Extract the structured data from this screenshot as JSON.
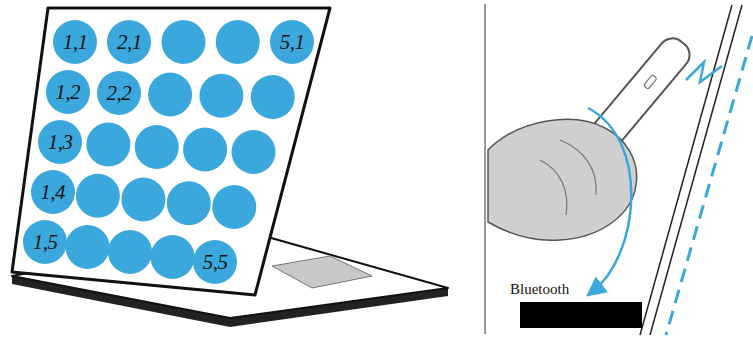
{
  "diagram": {
    "nodes": [
      {
        "text": [
          "1,1"
        ]
      },
      {
        "text": [
          "2,1"
        ]
      },
      {
        "text": [
          "5,1"
        ]
      },
      {
        "text": [
          "1,2"
        ]
      },
      {
        "text": [
          "2,2"
        ]
      },
      {
        "text": [
          "1,3"
        ]
      },
      {
        "text": [
          "1,4"
        ]
      },
      {
        "text": [
          "1,5"
        ]
      },
      {
        "text": [
          "5,5"
        ]
      }
    ],
    "labels": [
      "Bluetooth"
    ]
  }
}
